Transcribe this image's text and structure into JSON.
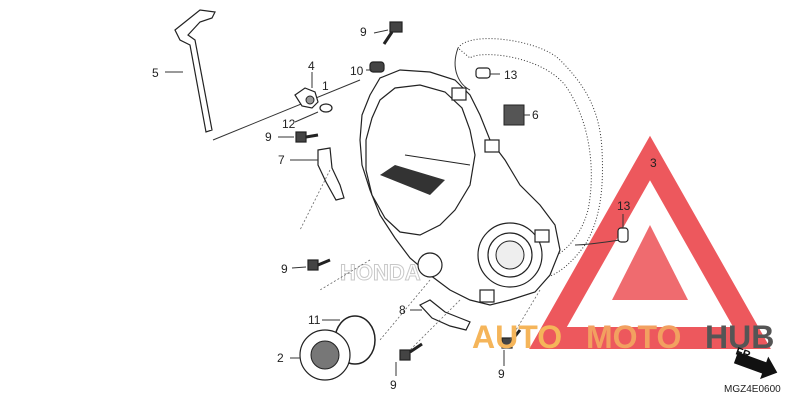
{
  "callouts": {
    "c1": "1",
    "c2": "2",
    "c3": "3",
    "c4": "4",
    "c5": "5",
    "c6": "6",
    "c7": "7",
    "c8": "8",
    "c9a": "9",
    "c9b": "9",
    "c9c": "9",
    "c9d": "9",
    "c9e": "9",
    "c10": "10",
    "c11": "11",
    "c12": "12",
    "c13a": "13",
    "c13b": "13"
  },
  "watermark": {
    "part1": "AUTO",
    "part2": "MOTO",
    "part3": "HUB",
    "colors": {
      "auto": "#f5b55a",
      "moto": "#f2a060",
      "hub": "#555555",
      "triangle": "#e8262b"
    }
  },
  "direction": {
    "label": "FR."
  },
  "drawing_code": "MGZ4E0600"
}
